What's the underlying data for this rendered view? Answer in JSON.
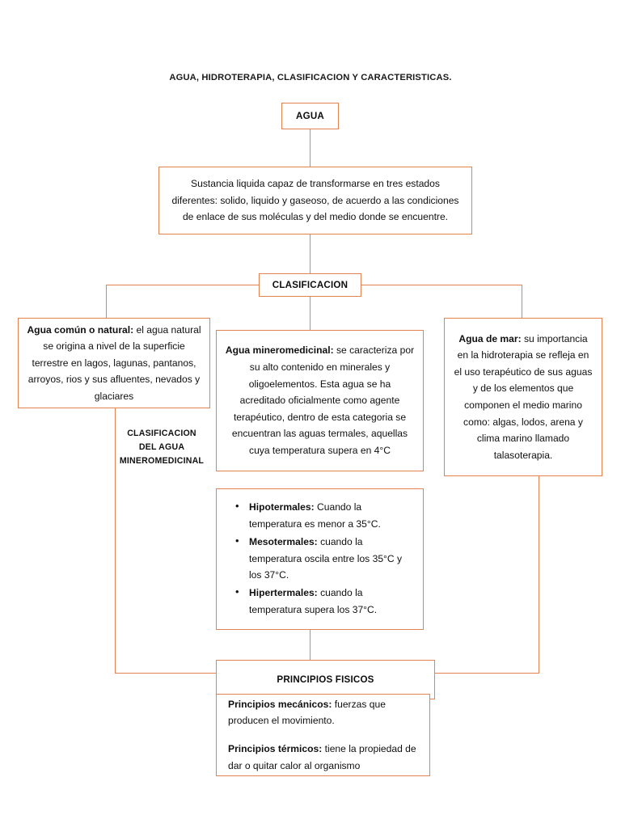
{
  "document": {
    "title": "AGUA, HIDROTERAPIA, CLASIFICACION Y CARACTERISTICAS.",
    "accent_color": "#E2834F",
    "text_color": "#101010",
    "background_color": "#FFFFFF"
  },
  "nodes": {
    "root": {
      "label": "AGUA"
    },
    "definition": {
      "text": "Sustancia liquida capaz de transformarse en tres estados diferentes: solido, liquido y gaseoso, de acuerdo a las condiciones de enlace de sus moléculas y del medio donde se encuentre."
    },
    "classification": {
      "label": "CLASIFICACION"
    },
    "agua_comun": {
      "term": "Agua común o natural:",
      "text": " el agua natural se origina a nivel de la superficie terrestre en lagos, lagunas, pantanos, arroyos, rios y sus afluentes, nevados y glaciares"
    },
    "agua_mineromedicinal": {
      "term": "Agua mineromedicinal:",
      "text": " se caracteriza por su alto contenido en minerales y oligoelementos. Esta agua se ha acreditado oficialmente como agente terapéutico, dentro de esta categoria se encuentran las aguas termales, aquellas cuya temperatura supera en 4°C"
    },
    "agua_de_mar": {
      "term": "Agua de mar:",
      "text": " su importancia en la hidroterapia se refleja en el uso terapéutico de sus aguas y de los elementos que componen el medio marino como: algas, lodos, arena y clima marino llamado talasoterapia."
    },
    "mineromedicinal_label": {
      "line1": "CLASIFICACION",
      "line2": "DEL AGUA",
      "line3": "MINEROMEDICINAL"
    },
    "termal_types": {
      "items": [
        {
          "term": "Hipotermales:",
          "text": " Cuando la temperatura es menor a 35°C."
        },
        {
          "term": "Mesotermales:",
          "text": " cuando la temperatura oscila entre los 35°C y los 37°C."
        },
        {
          "term": "Hipertermales:",
          "text": " cuando la temperatura supera los 37°C."
        }
      ]
    },
    "principios_fisicos": {
      "label": "PRINCIPIOS FISICOS",
      "items": [
        {
          "term": "Principios mecánicos:",
          "text": " fuerzas que producen el movimiento."
        },
        {
          "term": "Principios térmicos:",
          "text": " tiene la propiedad de dar o quitar calor al organismo"
        }
      ]
    }
  }
}
